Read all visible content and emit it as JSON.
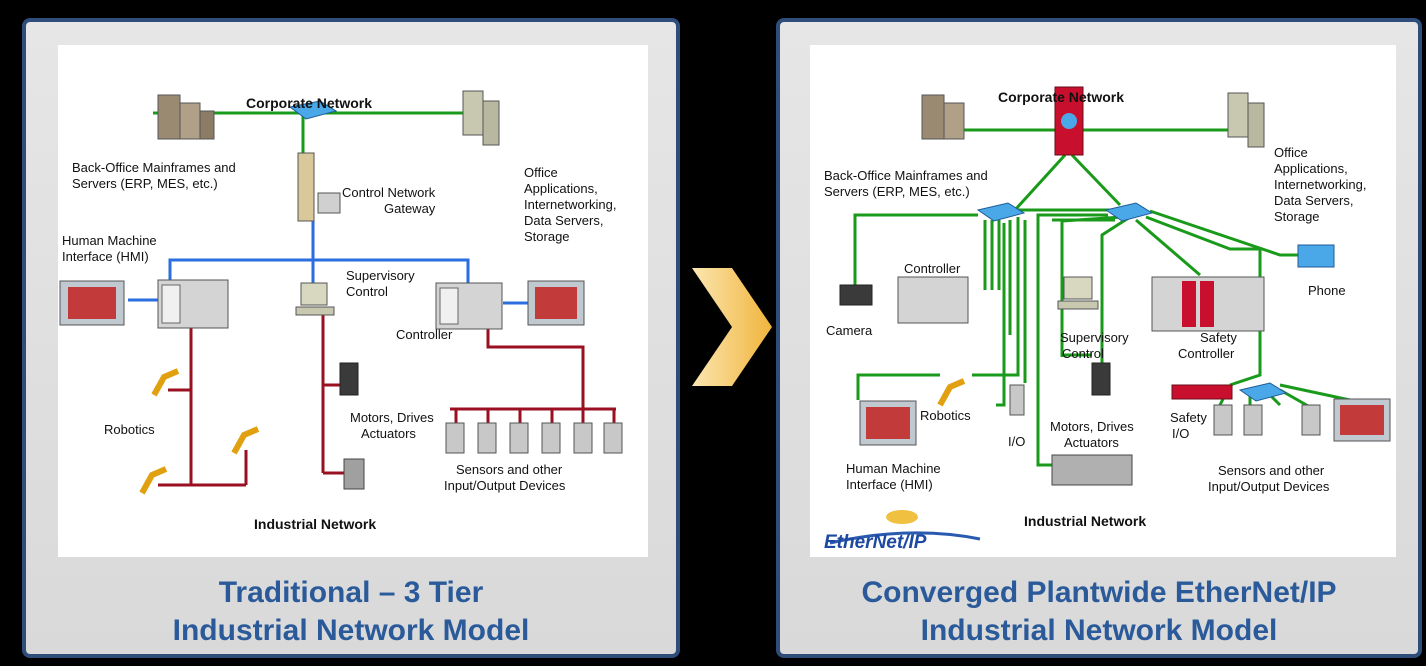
{
  "left": {
    "corporate_network": "Corporate Network",
    "back_office": [
      "Back-Office Mainframes and",
      "Servers (ERP, MES, etc.)"
    ],
    "office_apps": [
      "Office",
      "Applications,",
      "Internetworking,",
      "Data Servers,",
      "Storage"
    ],
    "gateway": [
      "Control Network",
      "Gateway"
    ],
    "hmi": [
      "Human Machine",
      "Interface (HMI)"
    ],
    "supervisory": [
      "Supervisory",
      "Control"
    ],
    "controller": "Controller",
    "robotics": "Robotics",
    "motors": [
      "Motors, Drives",
      "Actuators"
    ],
    "sensors": [
      "Sensors and other",
      "Input/Output Devices"
    ],
    "industrial_network": "Industrial Network",
    "caption": [
      "Traditional – 3 Tier",
      "Industrial Network Model"
    ]
  },
  "right": {
    "corporate_network": "Corporate Network",
    "back_office": [
      "Back-Office Mainframes and",
      "Servers (ERP, MES, etc.)"
    ],
    "office_apps": [
      "Office",
      "Applications,",
      "Internetworking,",
      "Data Servers,",
      "Storage"
    ],
    "controller": "Controller",
    "camera": "Camera",
    "phone": "Phone",
    "supervisory": [
      "Supervisory",
      "Control"
    ],
    "safety_controller": [
      "Safety",
      "Controller"
    ],
    "robotics": "Robotics",
    "io": "I/O",
    "motors": [
      "Motors, Drives",
      "Actuators"
    ],
    "safety_io": [
      "Safety",
      "I/O"
    ],
    "hmi": [
      "Human Machine",
      "Interface (HMI)"
    ],
    "sensors": [
      "Sensors and other",
      "Input/Output Devices"
    ],
    "industrial_network": "Industrial Network",
    "logo": "EtherNet/IP",
    "caption": [
      "Converged Plantwide EtherNet/IP",
      "Industrial Network Model"
    ]
  },
  "colors": {
    "green_link": "#1a9a1a",
    "blue_link": "#2a6ee0",
    "red_link": "#9a1020",
    "caption": "#2a5a9a",
    "border": "#2e4d7a",
    "arrow": "#f0b43c"
  }
}
